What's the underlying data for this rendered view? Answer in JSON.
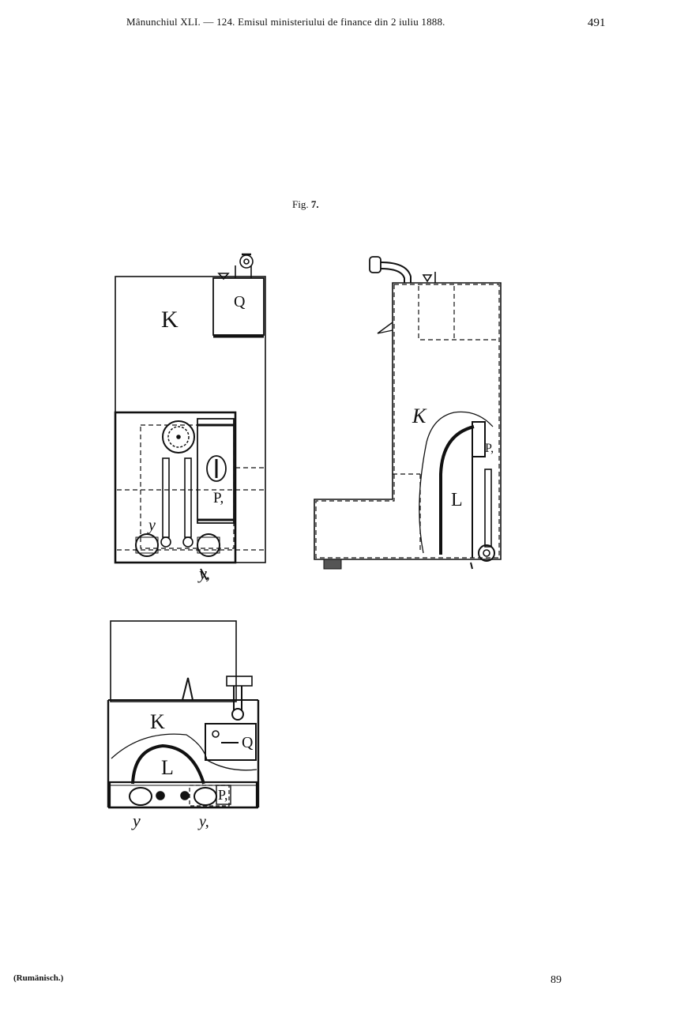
{
  "header": {
    "running_title": "Mânunchiul XLI. — 124. Emisul ministeriului de finance din 2 iuliu 1888.",
    "page_number": "491"
  },
  "figure": {
    "caption_prefix": "Fig. ",
    "caption_number": "7.",
    "labels": {
      "front_K": "K",
      "front_Q": "Q",
      "front_P1": "P,",
      "front_y": "y",
      "front_y1": "y,",
      "side_K": "K",
      "side_L": "L",
      "side_P1": "P,",
      "top_K": "K",
      "top_Q": "Q",
      "top_L": "L",
      "top_P1": "P,",
      "top_y": "y",
      "top_y1": "y,"
    }
  },
  "footer": {
    "language_note": "(Rumänisch.)",
    "signature_number": "89"
  }
}
